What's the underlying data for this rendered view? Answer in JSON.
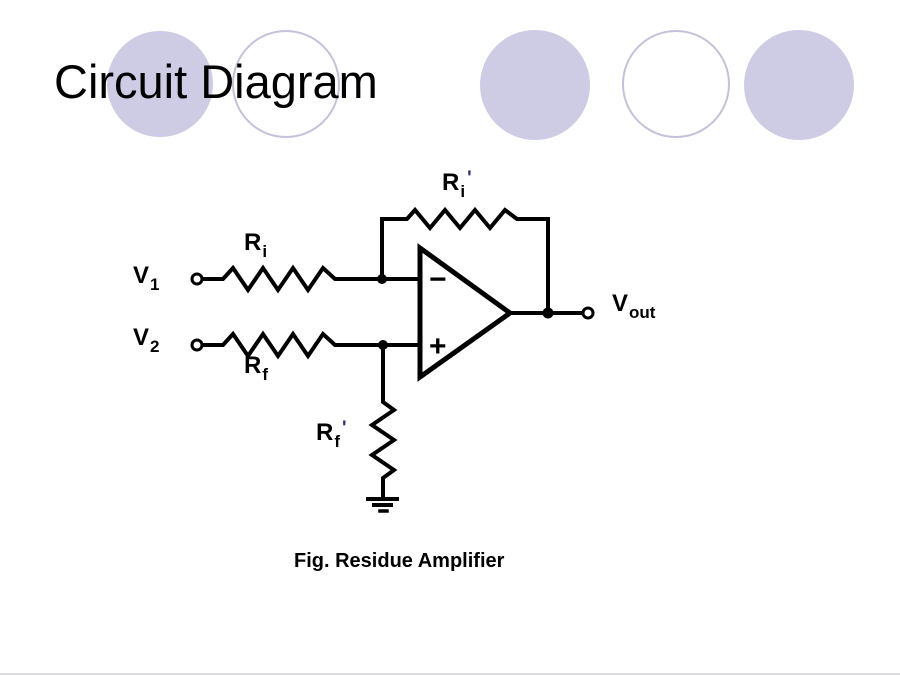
{
  "slide": {
    "title": "Circuit Diagram",
    "caption": "Fig. Residue Amplifier"
  },
  "labels": {
    "v1": {
      "base": "V",
      "sub": "1"
    },
    "v2": {
      "base": "V",
      "sub": "2"
    },
    "ri": {
      "base": "R",
      "sub": "i"
    },
    "rf": {
      "base": "R",
      "sub": "f"
    },
    "ri_prime": {
      "base": "R",
      "sub": "i",
      "prime": "'"
    },
    "rf_prime": {
      "base": "R",
      "sub": "f",
      "prime": "'"
    },
    "vout": {
      "base": "V",
      "sub": "out"
    }
  },
  "opamp": {
    "minus_label": "−",
    "plus_label": "+"
  },
  "colors": {
    "circle_fill": "#cdcce4",
    "circle_outline": "#c3c2da",
    "wire": "#000000",
    "background": "#ffffff"
  }
}
